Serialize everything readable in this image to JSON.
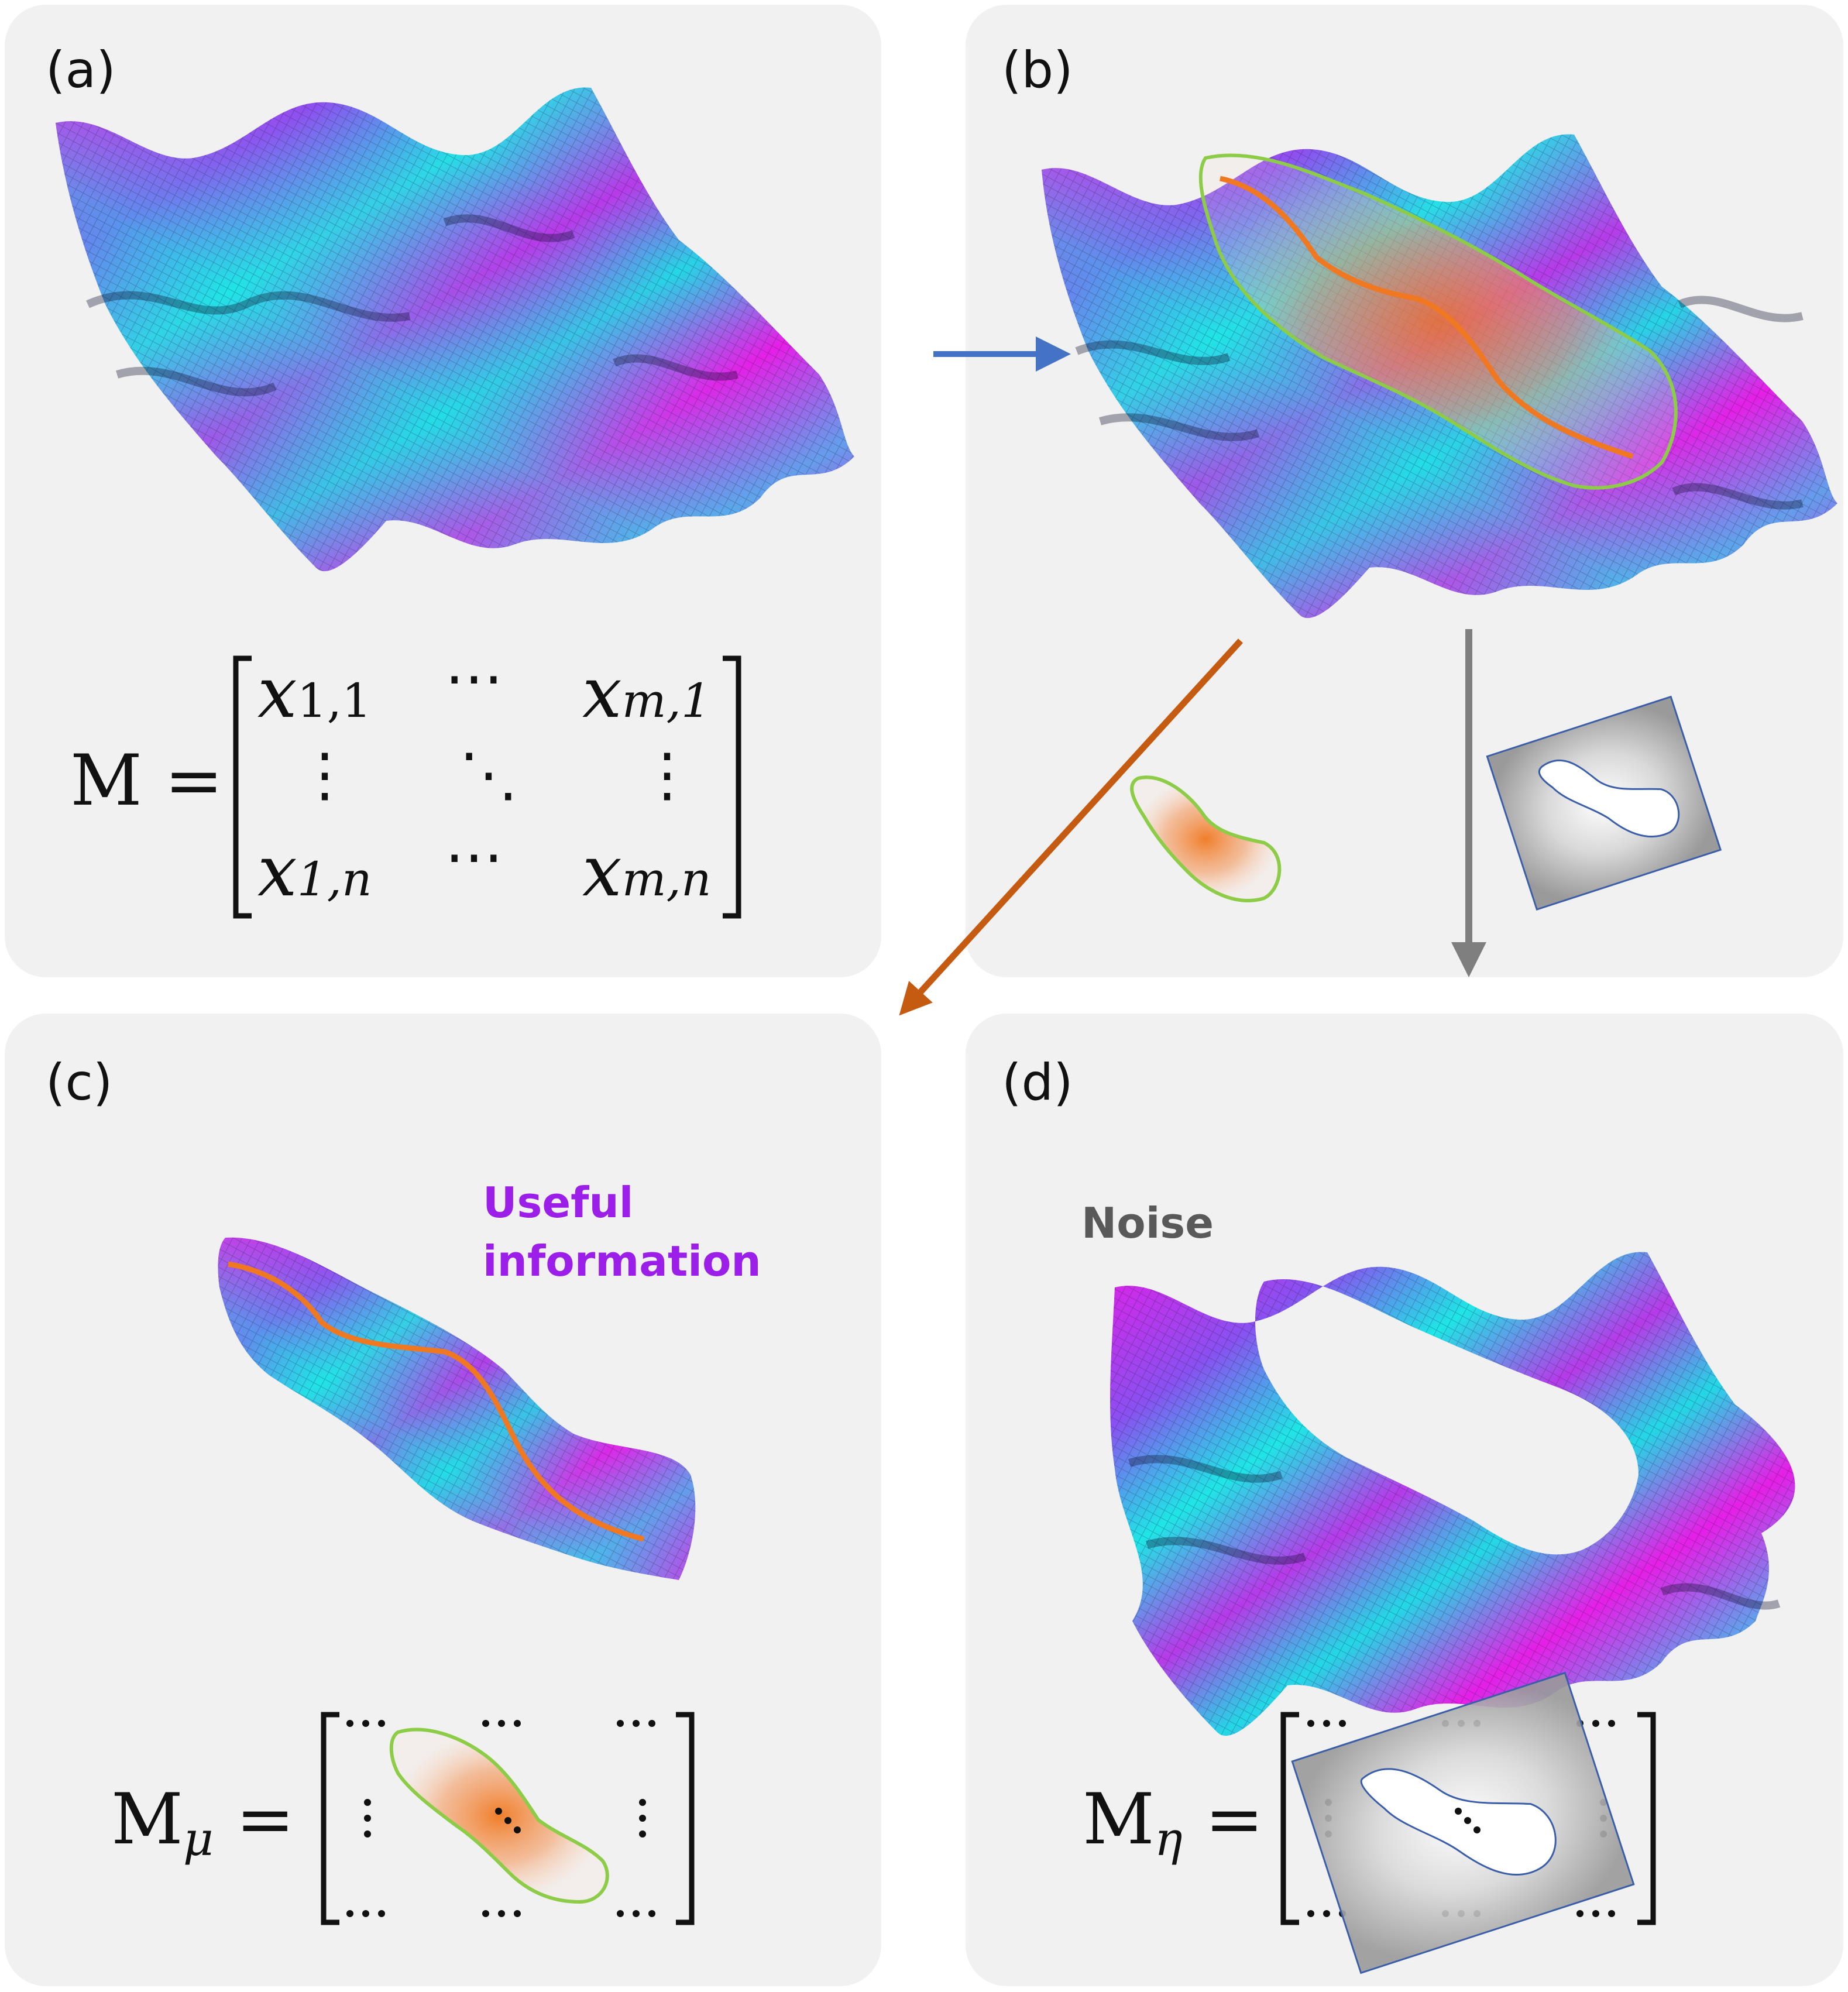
{
  "panels": {
    "a": {
      "label": "(a)",
      "matrix_label": "M ="
    },
    "b": {
      "label": "(b)"
    },
    "c": {
      "label": "(c)",
      "annotation_line1": "Useful",
      "annotation_line2": "information",
      "matrix_label": "M",
      "matrix_sub": "μ",
      "matrix_eq": "="
    },
    "d": {
      "label": "(d)",
      "annotation": "Noise",
      "matrix_label": "M",
      "matrix_sub": "η",
      "matrix_eq": "="
    }
  },
  "matrix": {
    "x11": "x",
    "s11": "1,1",
    "xm1": "x",
    "sm1": "m,1",
    "x1n": "x",
    "s1n": "1,n",
    "xmn": "x",
    "smn": "m,n",
    "hdots": "⋯",
    "vdots": "⋮",
    "ddots": "⋱"
  },
  "colors": {
    "panel_bg": "#f1f1f2",
    "surface_magenta": "#e61ee6",
    "surface_cyan": "#1ee6e6",
    "surface_purple": "#8a50f0",
    "highlight_orange": "#f07820",
    "outline_green": "#8ccc46",
    "arrow_blue": "#4472c4",
    "arrow_orange": "#c55a11",
    "arrow_gray": "#7f7f7f",
    "useful_text": "#9b1fe8",
    "noise_text": "#595959"
  }
}
